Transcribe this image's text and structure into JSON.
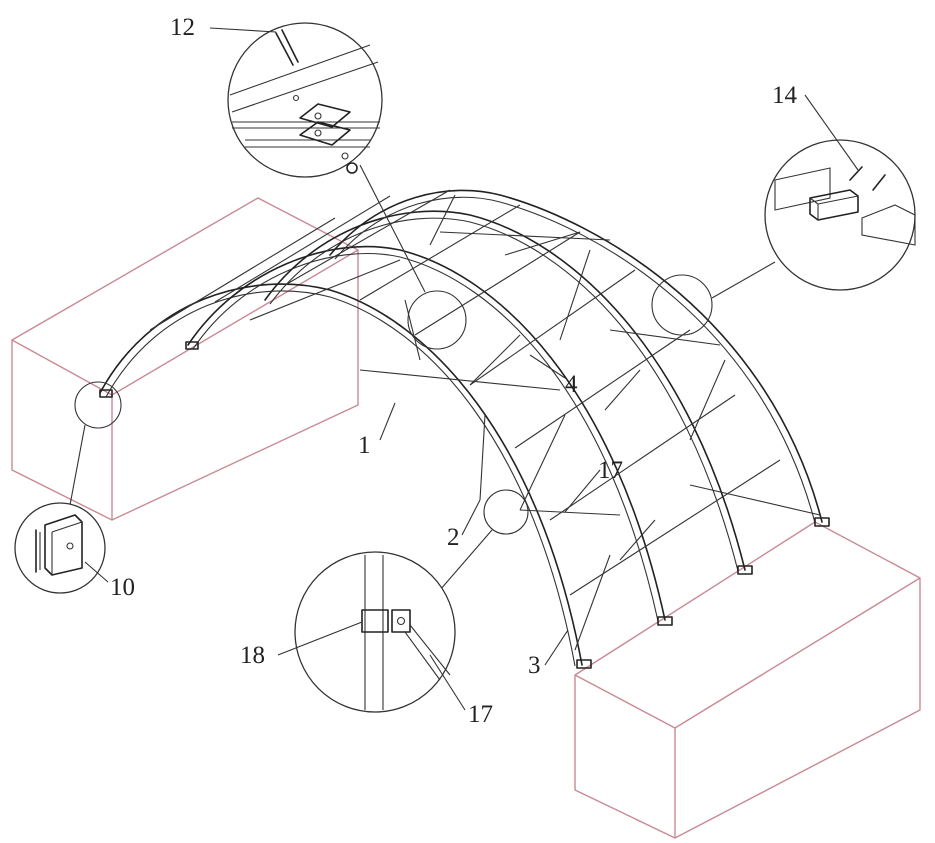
{
  "labels": {
    "ref_1": "1",
    "ref_2": "2",
    "ref_3": "3",
    "ref_4": "4",
    "ref_10": "10",
    "ref_12": "12",
    "ref_14": "14",
    "ref_17_main": "17",
    "ref_17_detail": "17",
    "ref_18": "18"
  },
  "colors": {
    "foundation_outline": "#c88a93",
    "line_art": "#222222"
  }
}
